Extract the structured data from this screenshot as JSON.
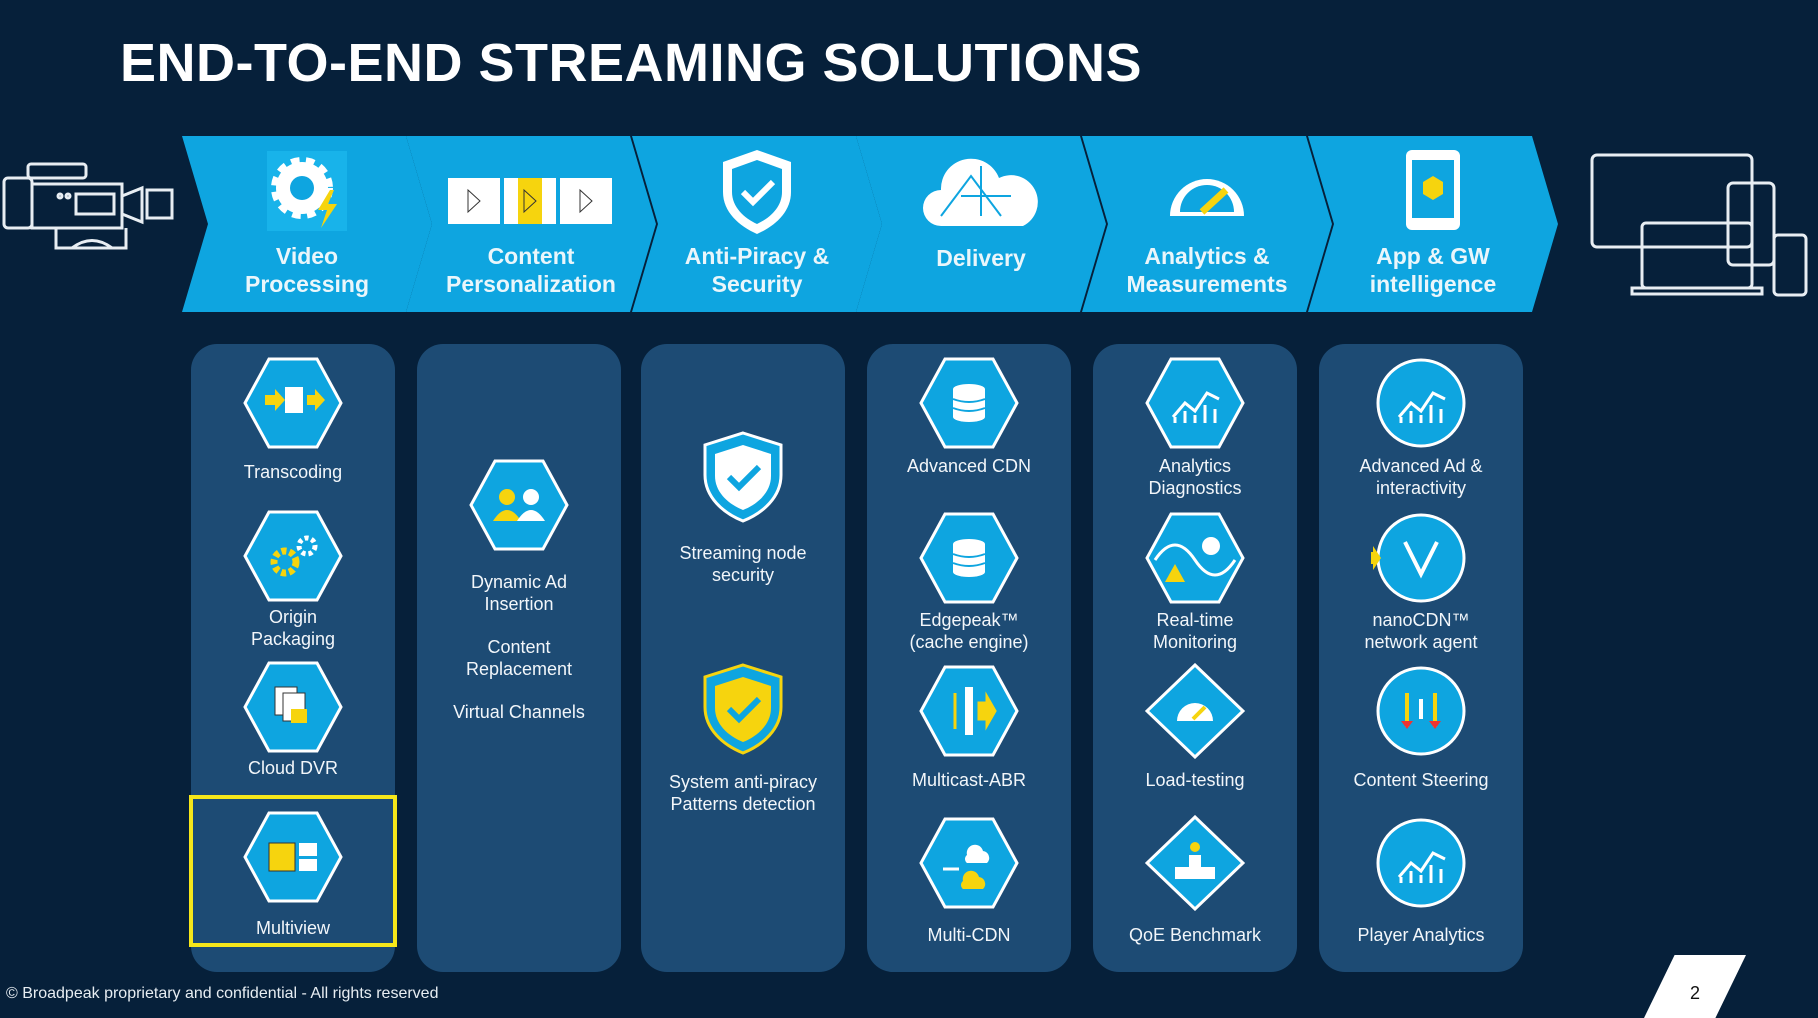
{
  "title": "END-TO-END STREAMING SOLUTIONS",
  "categories": [
    {
      "label": "Video\nProcessing",
      "icon": "gear-lightning-icon"
    },
    {
      "label": "Content\nPersonalization",
      "icon": "video-frames-icon"
    },
    {
      "label": "Anti-Piracy &\nSecurity",
      "icon": "shield-check-icon"
    },
    {
      "label": "Delivery",
      "icon": "cloud-network-icon"
    },
    {
      "label": "Analytics &\nMeasurements",
      "icon": "gauge-icon"
    },
    {
      "label": "App & GW\nintelligence",
      "icon": "tablet-icon"
    }
  ],
  "columns": {
    "video": [
      "Transcoding",
      "Origin\nPackaging",
      "Cloud DVR",
      "Multiview"
    ],
    "content": [
      "Dynamic Ad\nInsertion",
      "Content\nReplacement",
      "Virtual Channels"
    ],
    "security": [
      "Streaming node\nsecurity",
      "System anti-piracy\nPatterns detection"
    ],
    "delivery": [
      "Advanced CDN",
      "Edgepeak™\n(cache engine)",
      "Multicast-ABR",
      "Multi-CDN"
    ],
    "analytics": [
      "Analytics\nDiagnostics",
      "Real-time\nMonitoring",
      "Load-testing",
      "QoE  Benchmark"
    ],
    "app": [
      "Advanced Ad &\ninteractivity",
      "nanoCDN™\nnetwork agent",
      "Content Steering",
      "Player Analytics"
    ]
  },
  "footer": "© Broadpeak proprietary and confidential - All rights reserved",
  "page_number": "2",
  "colors": {
    "background": "#06203a",
    "chevron": "#0ea5e0",
    "panel": "#1d4b74",
    "highlight": "#f6e71a",
    "accent_yellow": "#f6d40e"
  }
}
